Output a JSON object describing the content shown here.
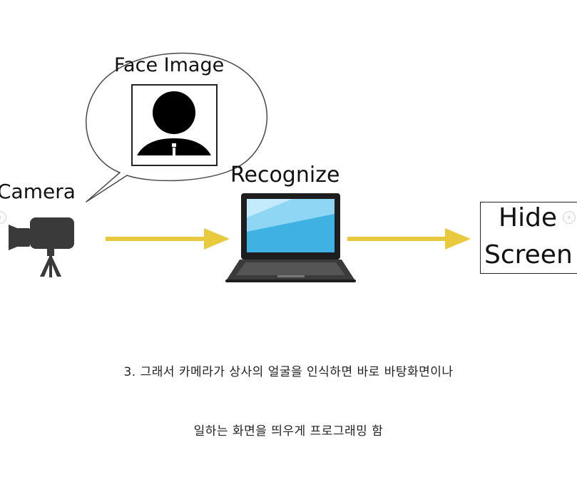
{
  "diagram": {
    "face_image_label": "Face Image",
    "camera_label": "Camera",
    "recognize_label": "Recognize",
    "hide_screen_line1": "Hide",
    "hide_screen_line2": "Screen"
  },
  "caption": {
    "line1": "3. 그래서 카메라가 상사의 얼굴을 인식하면 바로 바탕화면이나",
    "line2": "일하는 화면을 띄우게 프로그래밍 함"
  },
  "colors": {
    "arrow": "#e9c93d",
    "icon": "#3a3a3a",
    "screen": "#3fb2e3"
  },
  "icons": {
    "camera": "video-camera-on-tripod-icon",
    "laptop": "laptop-icon",
    "face": "person-silhouette-icon",
    "nav_prev": "chevron-left-icon",
    "nav_next": "chevron-right-icon"
  }
}
